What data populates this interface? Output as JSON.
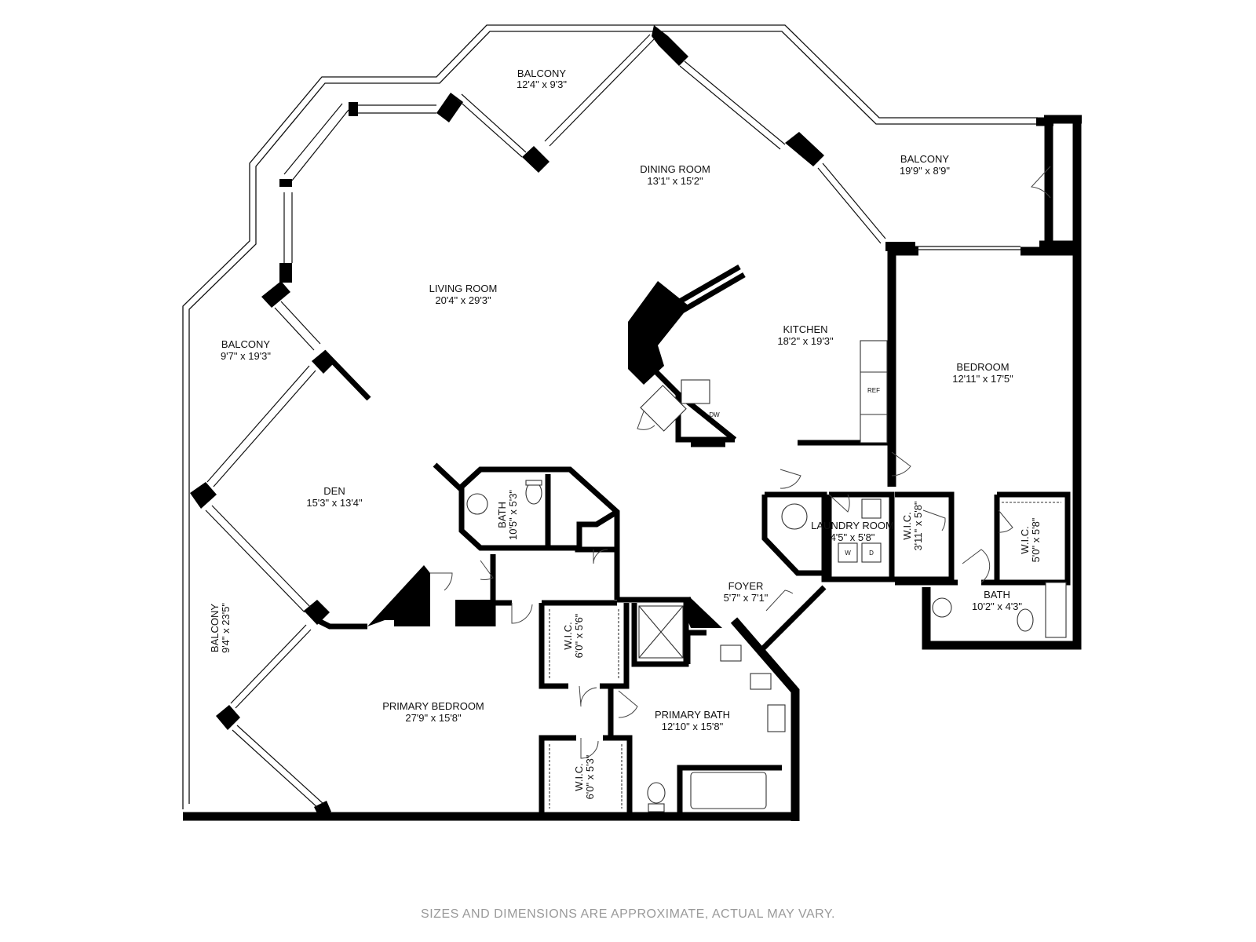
{
  "rooms": {
    "balcony_top": {
      "name": "BALCONY",
      "dims": "12'4\" x 9'3\""
    },
    "dining_room": {
      "name": "DINING ROOM",
      "dims": "13'1\" x 15'2\""
    },
    "balcony_right": {
      "name": "BALCONY",
      "dims": "19'9\" x 8'9\""
    },
    "living_room": {
      "name": "LIVING ROOM",
      "dims": "20'4\" x 29'3\""
    },
    "kitchen": {
      "name": "KITCHEN",
      "dims": "18'2\" x 19'3\""
    },
    "bedroom": {
      "name": "BEDROOM",
      "dims": "12'11\" x 17'5\""
    },
    "balcony_left": {
      "name": "BALCONY",
      "dims": "9'7\" x 19'3\""
    },
    "den": {
      "name": "DEN",
      "dims": "15'3\" x 13'4\""
    },
    "bath_small": {
      "name": "BATH",
      "dims": "10'5\" x 5'3\""
    },
    "laundry": {
      "name": "LAUNDRY ROOM",
      "dims": "4'5\" x 5'8\""
    },
    "wic_3_11": {
      "name": "W.I.C.",
      "dims": "3'11\" x 5'8\""
    },
    "wic_5_0": {
      "name": "W.I.C.",
      "dims": "5'0\" x 5'8\""
    },
    "foyer": {
      "name": "FOYER",
      "dims": "5'7\" x 7'1\""
    },
    "bath_bedroom": {
      "name": "BATH",
      "dims": "10'2\" x 4'3\""
    },
    "balcony_bottom_left": {
      "name": "BALCONY",
      "dims": "9'4\" x 23'5\""
    },
    "wic_6_0_a": {
      "name": "W.I.C.",
      "dims": "6'0\" x 5'6\""
    },
    "primary_bedroom": {
      "name": "PRIMARY BEDROOM",
      "dims": "27'9\" x 15'8\""
    },
    "primary_bath": {
      "name": "PRIMARY BATH",
      "dims": "12'10\" x 15'8\""
    },
    "wic_6_0_b": {
      "name": "W.I.C.",
      "dims": "6'0\" x 5'3\""
    }
  },
  "fixtures": {
    "ref": "REF",
    "dw": "DW",
    "washer": "W",
    "dryer": "D"
  },
  "footer": {
    "disclaimer": "SIZES AND DIMENSIONS ARE APPROXIMATE, ACTUAL MAY VARY."
  }
}
